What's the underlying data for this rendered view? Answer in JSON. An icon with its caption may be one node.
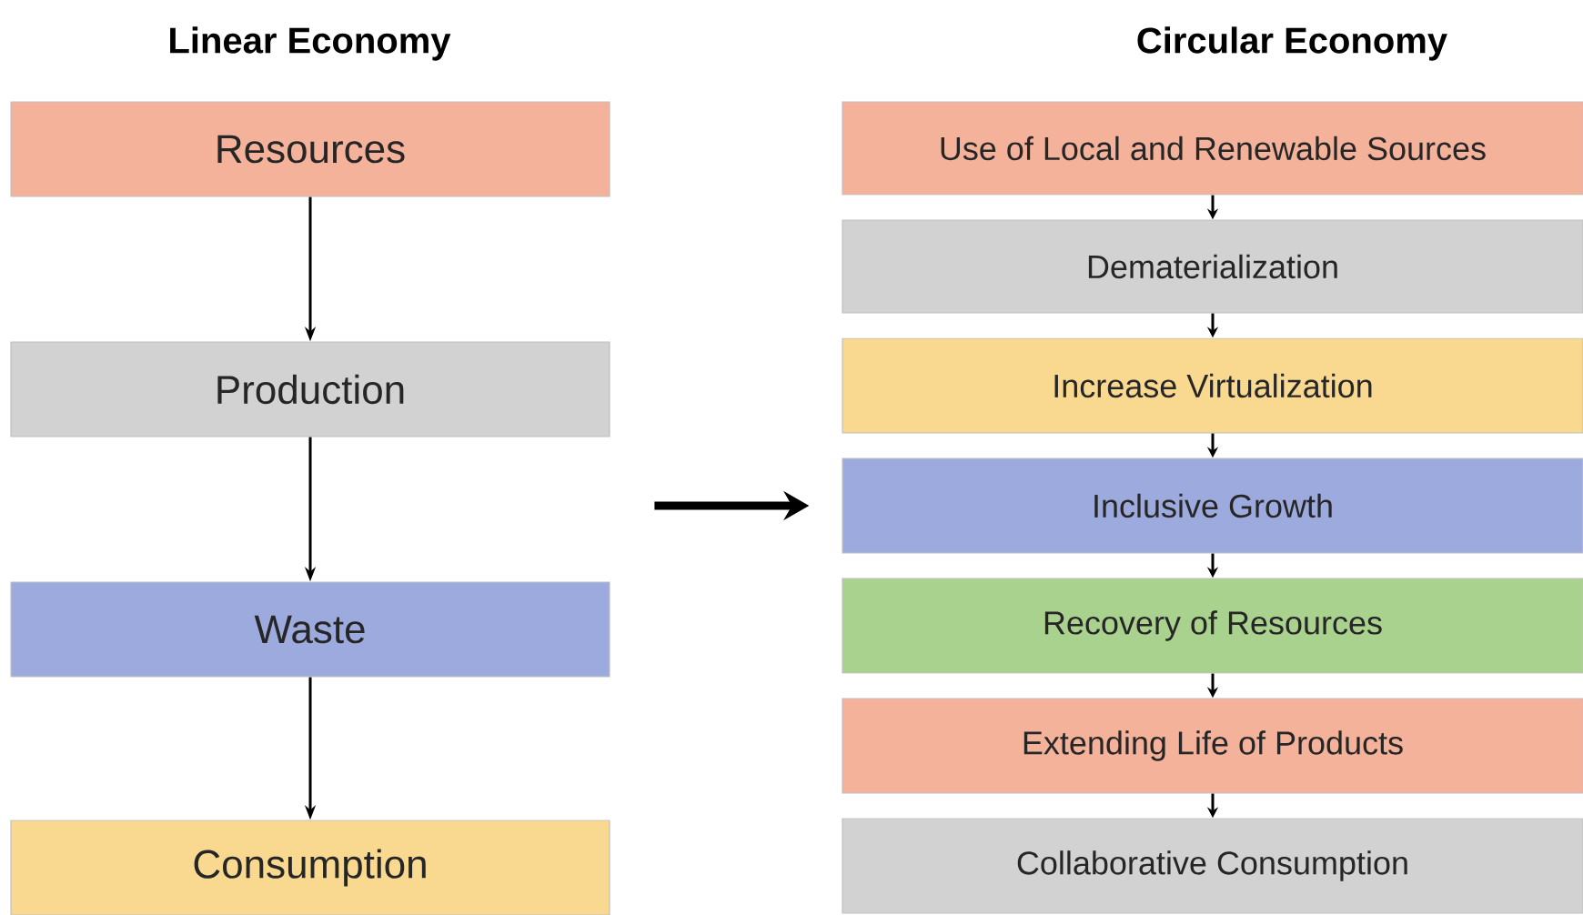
{
  "diagram": {
    "nodes": [
      {
        "text": [
          "Resources"
        ]
      },
      {
        "text": [
          "Production"
        ]
      },
      {
        "text": [
          "Waste"
        ]
      },
      {
        "text": [
          "Consumption"
        ]
      },
      {
        "text": [
          "Use of Local and Renewable Sources"
        ]
      },
      {
        "text": [
          "Dematerialization"
        ]
      },
      {
        "text": [
          "Increase Virtualization"
        ]
      },
      {
        "text": [
          "Inclusive Growth"
        ]
      },
      {
        "text": [
          "Recovery of Resources"
        ]
      },
      {
        "text": [
          "Extending Life of Products"
        ]
      },
      {
        "text": [
          "Collaborative Consumption"
        ]
      }
    ],
    "edges": [
      {
        "from": 0,
        "to": 1,
        "arrow": "to"
      },
      {
        "from": 1,
        "to": 2,
        "arrow": "to"
      },
      {
        "from": 2,
        "to": 3,
        "arrow": "to"
      },
      {
        "from": 4,
        "to": 5,
        "arrow": "to"
      },
      {
        "from": 5,
        "to": 6,
        "arrow": "to"
      },
      {
        "from": 6,
        "to": 7,
        "arrow": "to"
      },
      {
        "from": 7,
        "to": 8,
        "arrow": "to"
      },
      {
        "from": 8,
        "to": 9,
        "arrow": "to"
      },
      {
        "from": 9,
        "to": 10,
        "arrow": "to"
      },
      {
        "from": null,
        "to": 7,
        "arrow": "to",
        "style": "thick"
      }
    ],
    "labels": [
      "Linear Economy",
      "Circular Economy"
    ]
  }
}
